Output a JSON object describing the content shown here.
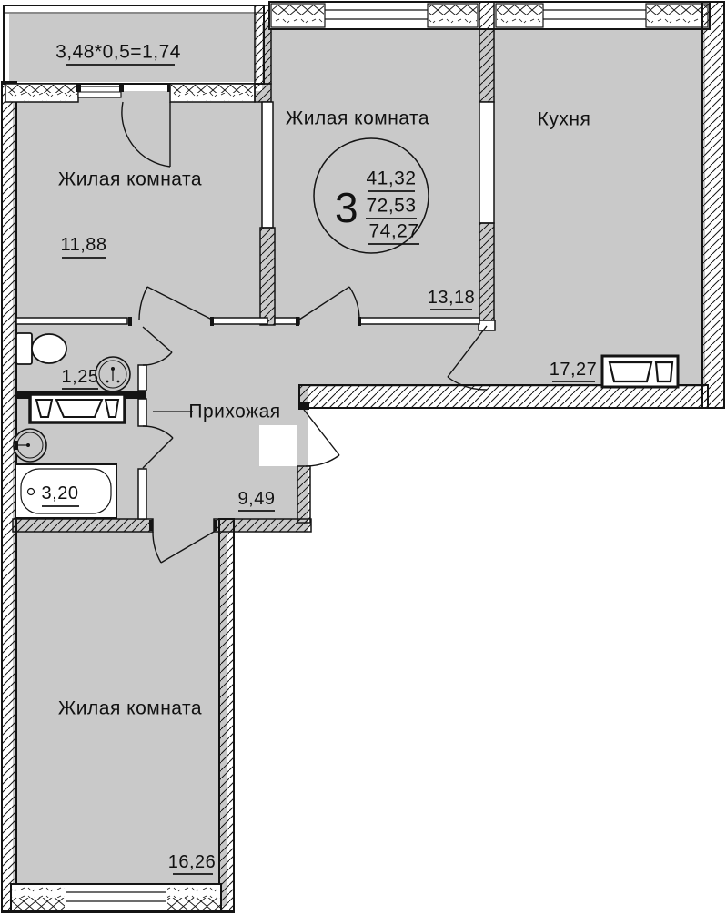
{
  "balcony": {
    "label": "3,48*0,5=1,74"
  },
  "rooms": {
    "living1": {
      "name": "Жилая комната",
      "area": "11,88"
    },
    "living2": {
      "name": "Жилая комната",
      "area": "13,18"
    },
    "kitchen": {
      "name": "Кухня",
      "area": "17,27"
    },
    "hallway": {
      "name": "Прихожая",
      "area": "9,49"
    },
    "living3": {
      "name": "Жилая комната",
      "area": "16,26"
    },
    "wc": {
      "area": "1,25"
    },
    "bathroom": {
      "area": "3,20"
    }
  },
  "stamp": {
    "room_count": "3",
    "living_area": "41,32",
    "apartment_area": "72,53",
    "total_area": "74,27"
  },
  "colors": {
    "floor": "#c9c9c9",
    "line": "#141414"
  }
}
